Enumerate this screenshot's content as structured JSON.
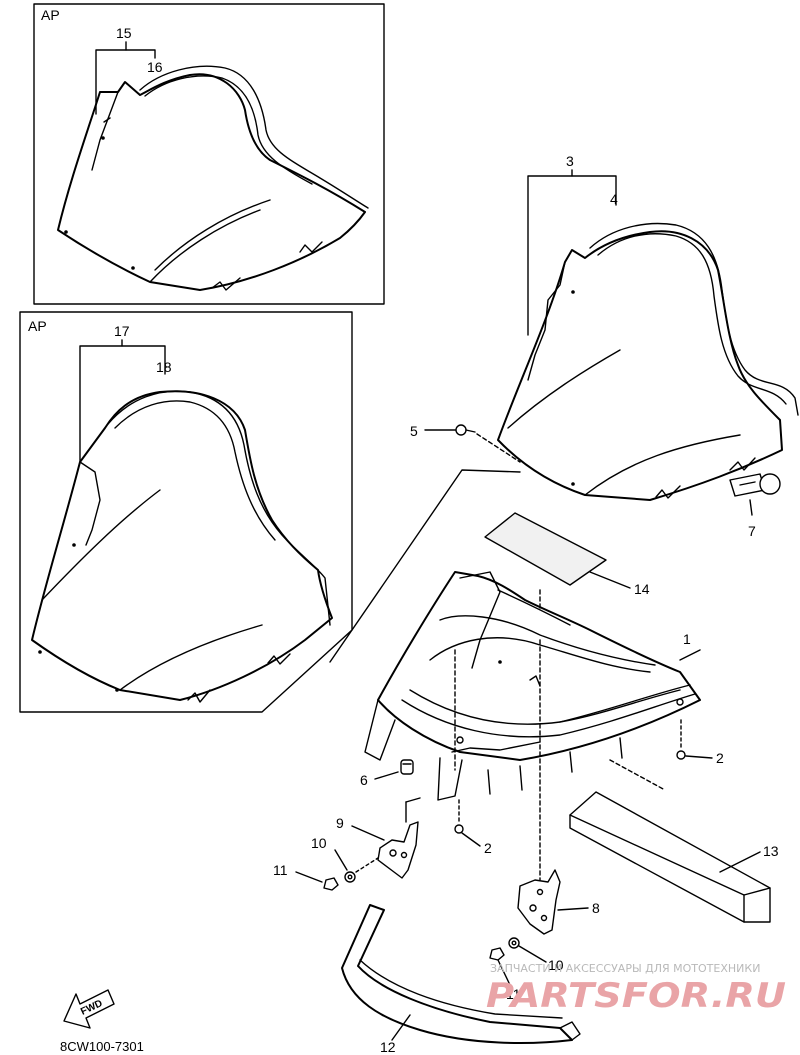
{
  "diagram": {
    "code": "8CW100-7301",
    "inset_label": "AP",
    "fwd_label": "FWD",
    "callouts": {
      "c1": "1",
      "c2a": "2",
      "c2b": "2",
      "c3": "3",
      "c4": "4",
      "c5": "5",
      "c6": "6",
      "c7": "7",
      "c8": "8",
      "c9": "9",
      "c10a": "10",
      "c10b": "10",
      "c11a": "11",
      "c11b": "11",
      "c12": "12",
      "c13": "13",
      "c14": "14",
      "c15": "15",
      "c16": "16",
      "c17": "17",
      "c18": "18"
    }
  },
  "watermark": {
    "tagline": "ЗАПЧАСТИ И АКСЕССУАРЫ ДЛЯ МОТОТЕХНИКИ",
    "brand": "PARTSFOR.RU"
  }
}
